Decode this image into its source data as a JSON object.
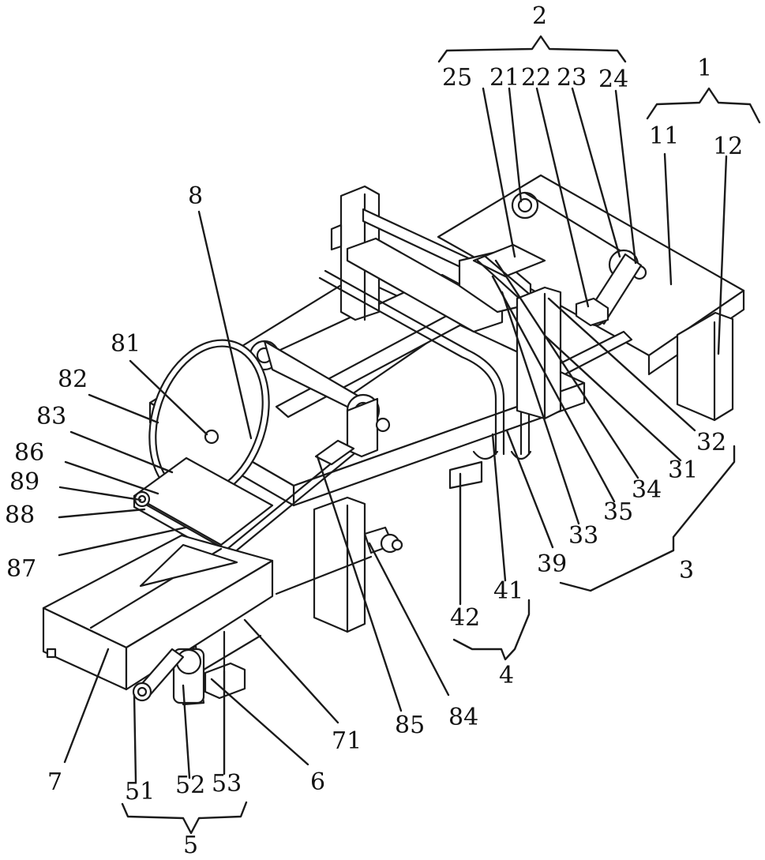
{
  "labels": {
    "n1": "1",
    "n11": "11",
    "n12": "12",
    "n2": "2",
    "n21": "21",
    "n22": "22",
    "n23": "23",
    "n24": "24",
    "n25": "25",
    "n3": "3",
    "n31": "31",
    "n32": "32",
    "n33": "33",
    "n34": "34",
    "n35": "35",
    "n39": "39",
    "n4": "4",
    "n41": "41",
    "n42": "42",
    "n5": "5",
    "n51": "51",
    "n52": "52",
    "n53": "53",
    "n6": "6",
    "n7": "7",
    "n71": "71",
    "n8": "8",
    "n81": "81",
    "n82": "82",
    "n83": "83",
    "n84": "84",
    "n85": "85",
    "n86": "86",
    "n87": "87",
    "n88": "88",
    "n89": "89"
  }
}
